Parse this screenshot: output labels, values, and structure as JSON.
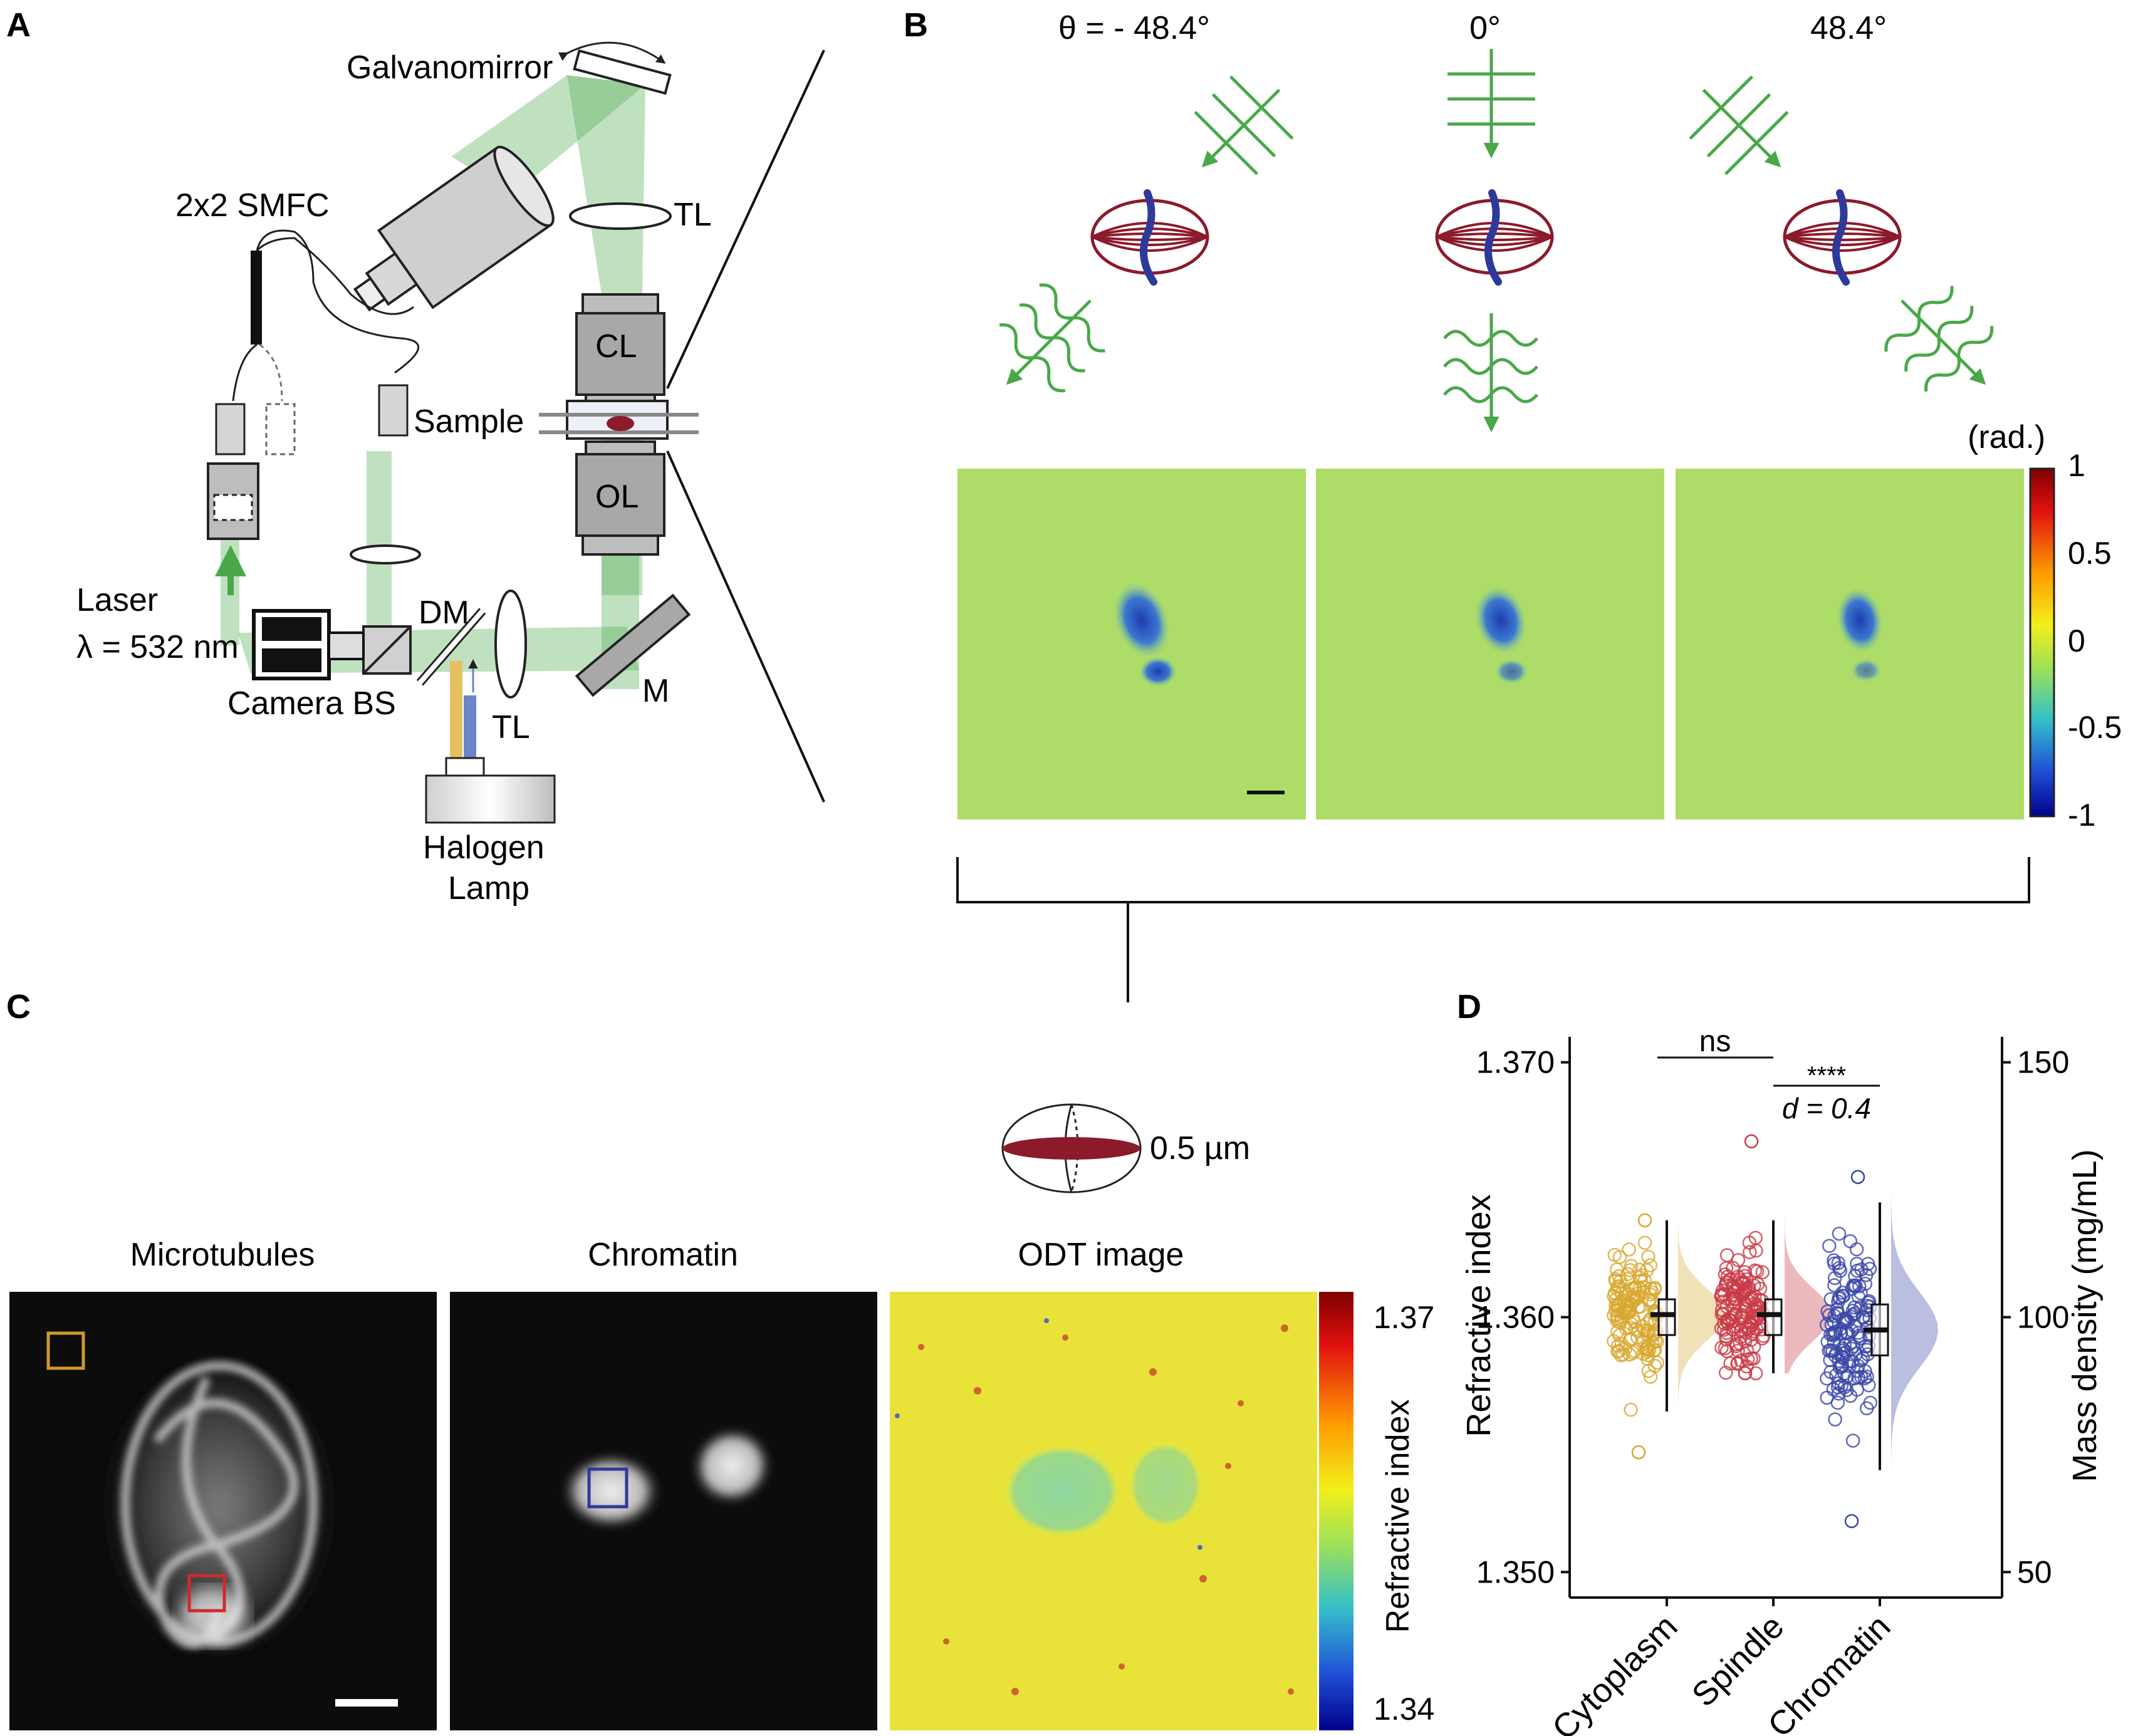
{
  "panels": {
    "A": "A",
    "B": "B",
    "C": "C",
    "D": "D"
  },
  "setup": {
    "galvanomirror": "Galvanomirror",
    "smfc": "2x2 SMFC",
    "tl_top": "TL",
    "cl": "CL",
    "sample": "Sample",
    "ol": "OL",
    "laser": "Laser",
    "wavelength": "λ = 532 nm",
    "dm": "DM",
    "m": "M",
    "camera_bs": "Camera BS",
    "tl_bottom": "TL",
    "halogen_1": "Halogen",
    "halogen_2": "Lamp"
  },
  "illumination": {
    "angles": [
      "θ = - 48.4°",
      "0°",
      "48.4°"
    ],
    "colorbar_unit": "(rad.)",
    "colorbar_ticks": [
      "1",
      "0.5",
      "0",
      "-0.5",
      "-1"
    ]
  },
  "images": {
    "titles": [
      "Microtubules",
      "Chromatin",
      "ODT image"
    ],
    "scale_label": "0.5 µm",
    "colorbar_title": "Refractive index",
    "colorbar_ticks": [
      "1.37",
      "1.34"
    ]
  },
  "colors": {
    "green": "#4aa84a",
    "spindle_red": "#8b1a2b",
    "chromatin_blue": "#2e3a9a",
    "cytoplasm_gold": "#d8a830",
    "spindle_violin": "#c83a46",
    "chromatin_violin": "#3a46a6"
  },
  "chart_data": {
    "type": "violin",
    "categories": [
      "Cytoplasm",
      "Spindle",
      "Chromatin"
    ],
    "ylabel": "Refractive index",
    "y2label": "Mass density (mg/mL)",
    "ylim": [
      1.349,
      1.371
    ],
    "yticks": [
      "1.370",
      "1.360",
      "1.350"
    ],
    "y2ticks": [
      "150",
      "100",
      "50"
    ],
    "medians": [
      1.3601,
      1.3601,
      1.3595
    ],
    "q1": [
      1.3593,
      1.3593,
      1.3585
    ],
    "q3": [
      1.3607,
      1.3607,
      1.3605
    ],
    "whisker_low": [
      1.3563,
      1.3578,
      1.354
    ],
    "whisker_high": [
      1.3638,
      1.3638,
      1.3645
    ],
    "outlier_low": [
      1.3547,
      1.3578,
      1.352
    ],
    "outlier_high": [
      1.3638,
      1.3669,
      1.3655
    ],
    "significance": [
      {
        "from": "Cytoplasm",
        "to": "Spindle",
        "label": "ns"
      },
      {
        "from": "Spindle",
        "to": "Chromatin",
        "label": "****",
        "sublabel": "d = 0.4"
      }
    ]
  }
}
